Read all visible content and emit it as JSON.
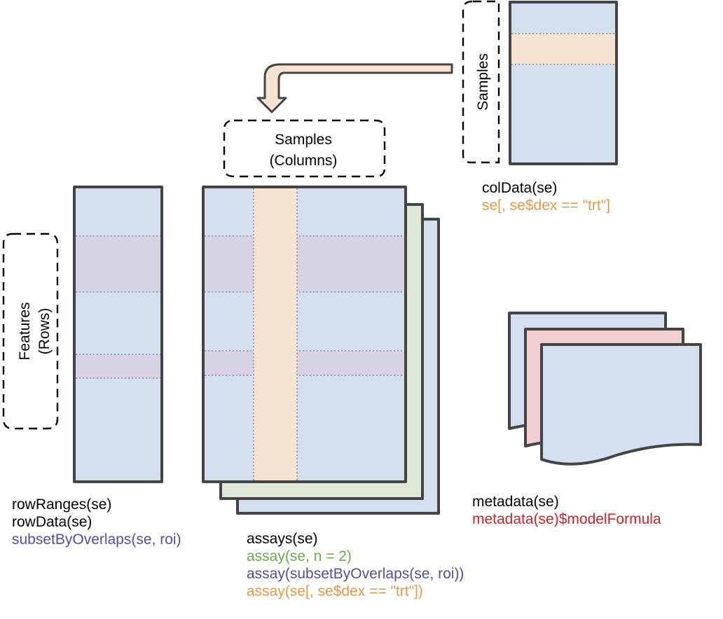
{
  "colors": {
    "matrix_fill": "#d3e0ef",
    "column_highlight": "#f7e4d0",
    "row_highlight": "#d8d2e5",
    "assay2_fill": "#dde8d6",
    "metadata_middle_fill": "#efcfcf",
    "outline": "#444444",
    "black_text": "#000000",
    "orange_text": "#e0994f",
    "purple_text": "#5b4a9b",
    "green_text": "#6aa84f",
    "red_text": "#c0282d"
  },
  "labels": {
    "samples_vertical": "Samples",
    "samples_columns_line1": "Samples",
    "samples_columns_line2": "(Columns)",
    "features_line1": "Features",
    "features_line2": "(Rows)"
  },
  "coldata": {
    "lines": [
      {
        "text": "colData(se)",
        "color": "black"
      },
      {
        "text": "se[, se$dex == \"trt\"]",
        "color": "orange"
      }
    ]
  },
  "rowdata": {
    "lines": [
      {
        "text": "rowRanges(se)",
        "color": "black"
      },
      {
        "text": "rowData(se)",
        "color": "black"
      },
      {
        "text": "subsetByOverlaps(se, roi)",
        "color": "purple"
      }
    ]
  },
  "assays": {
    "lines": [
      {
        "text": "assays(se)",
        "color": "black"
      },
      {
        "text": "assay(se, n = 2)",
        "color": "green"
      },
      {
        "text": "assay(subsetByOverlaps(se, roi))",
        "color": "purple"
      },
      {
        "text": "assay(se[, se$dex == \"trt\"])",
        "color": "orange"
      }
    ]
  },
  "metadata": {
    "lines": [
      {
        "text": "metadata(se)",
        "color": "black"
      },
      {
        "text": "metadata(se)$modelFormula",
        "color": "red"
      }
    ]
  }
}
